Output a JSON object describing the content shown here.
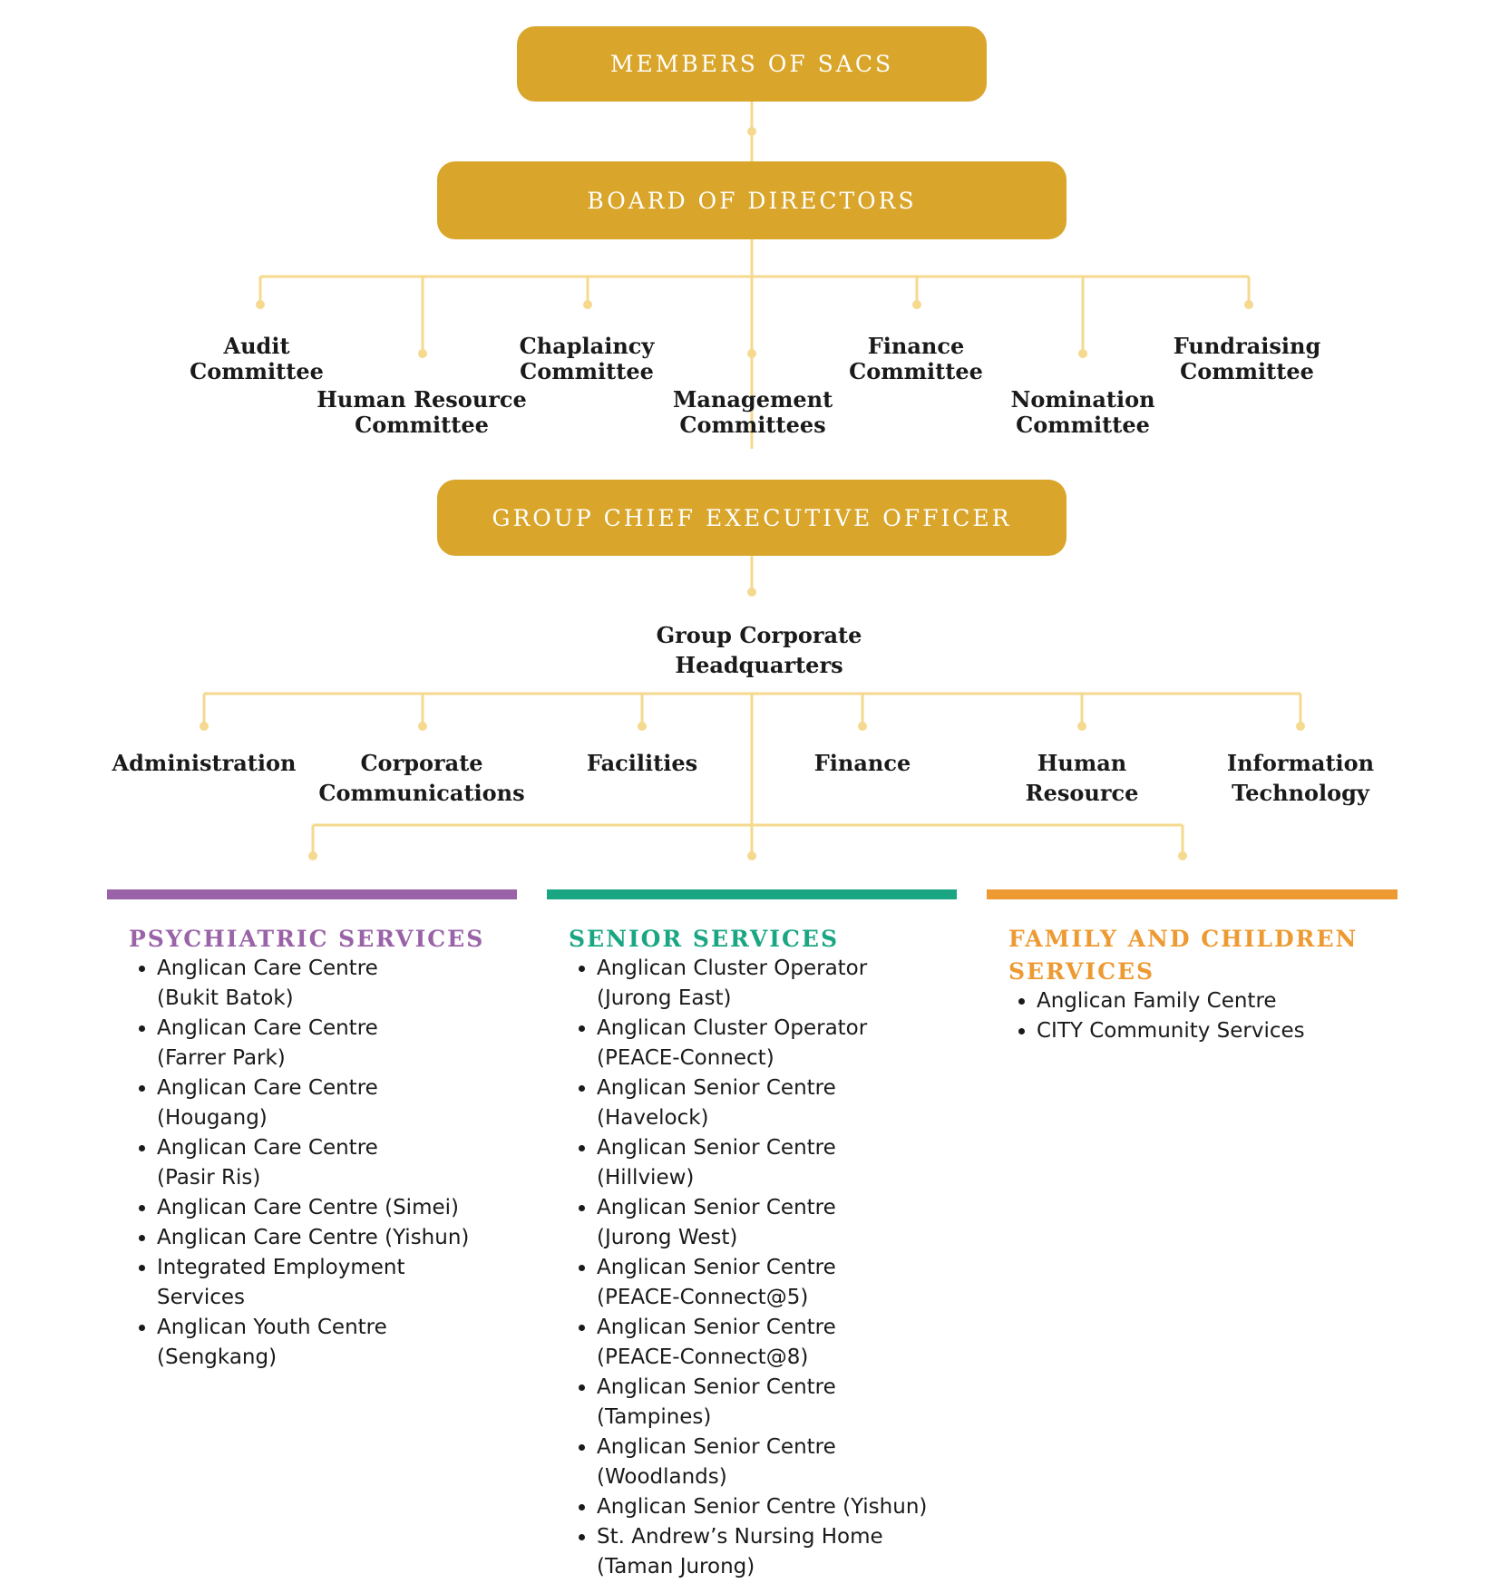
{
  "colors": {
    "gold": "#d9a52a",
    "connector": "#f5d98e",
    "psychiatric": "#9a63a8",
    "senior": "#1aa683",
    "family": "#ee9a33"
  },
  "top": {
    "members": "MEMBERS OF SACS",
    "board": "BOARD OF DIRECTORS",
    "gceo": "GROUP CHIEF EXECUTIVE OFFICER"
  },
  "committees": [
    {
      "line1": "Audit",
      "line2": "Committee"
    },
    {
      "line1": "Human Resource",
      "line2": "Committee"
    },
    {
      "line1": "Chaplaincy",
      "line2": "Committee"
    },
    {
      "line1": "Management",
      "line2": "Committees"
    },
    {
      "line1": "Finance",
      "line2": "Committee"
    },
    {
      "line1": "Nomination",
      "line2": "Committee"
    },
    {
      "line1": "Fundraising",
      "line2": "Committee"
    }
  ],
  "hq": {
    "line1": "Group Corporate",
    "line2": "Headquarters"
  },
  "departments": [
    {
      "line1": "Administration",
      "line2": ""
    },
    {
      "line1": "Corporate",
      "line2": "Communications"
    },
    {
      "line1": "Facilities",
      "line2": ""
    },
    {
      "line1": "Finance",
      "line2": ""
    },
    {
      "line1": "Human",
      "line2": "Resource"
    },
    {
      "line1": "Information",
      "line2": "Technology"
    }
  ],
  "sections": {
    "psychiatric": {
      "title": {
        "line1": "PSYCHIATRIC SERVICES",
        "line2": ""
      },
      "items": [
        {
          "line1": "Anglican Care Centre",
          "line2": "(Bukit Batok)"
        },
        {
          "line1": "Anglican Care Centre",
          "line2": "(Farrer Park)"
        },
        {
          "line1": "Anglican Care Centre",
          "line2": "(Hougang)"
        },
        {
          "line1": "Anglican Care Centre",
          "line2": "(Pasir Ris)"
        },
        {
          "line1": "Anglican Care Centre (Simei)",
          "line2": ""
        },
        {
          "line1": "Anglican Care Centre (Yishun)",
          "line2": ""
        },
        {
          "line1": "Integrated Employment",
          "line2": "Services"
        },
        {
          "line1": "Anglican Youth Centre",
          "line2": "(Sengkang)"
        }
      ]
    },
    "senior": {
      "title": {
        "line1": "SENIOR SERVICES",
        "line2": ""
      },
      "items": [
        {
          "line1": "Anglican Cluster Operator",
          "line2": "(Jurong East)"
        },
        {
          "line1": "Anglican Cluster Operator",
          "line2": "(PEACE-Connect)"
        },
        {
          "line1": "Anglican Senior Centre",
          "line2": "(Havelock)"
        },
        {
          "line1": "Anglican Senior Centre",
          "line2": "(Hillview)"
        },
        {
          "line1": "Anglican Senior Centre",
          "line2": "(Jurong West)"
        },
        {
          "line1": "Anglican Senior Centre",
          "line2": "(PEACE-Connect@5)"
        },
        {
          "line1": "Anglican Senior Centre",
          "line2": "(PEACE-Connect@8)"
        },
        {
          "line1": "Anglican Senior Centre",
          "line2": "(Tampines)"
        },
        {
          "line1": "Anglican Senior Centre",
          "line2": "(Woodlands)"
        },
        {
          "line1": "Anglican Senior Centre (Yishun)",
          "line2": ""
        },
        {
          "line1": "St. Andrew’s Nursing Home",
          "line2": "(Taman Jurong)"
        }
      ]
    },
    "family": {
      "title": {
        "line1": "FAMILY AND CHILDREN",
        "line2": "SERVICES"
      },
      "items": [
        {
          "line1": "Anglican Family Centre",
          "line2": ""
        },
        {
          "line1": "CITY Community Services",
          "line2": ""
        }
      ]
    }
  }
}
